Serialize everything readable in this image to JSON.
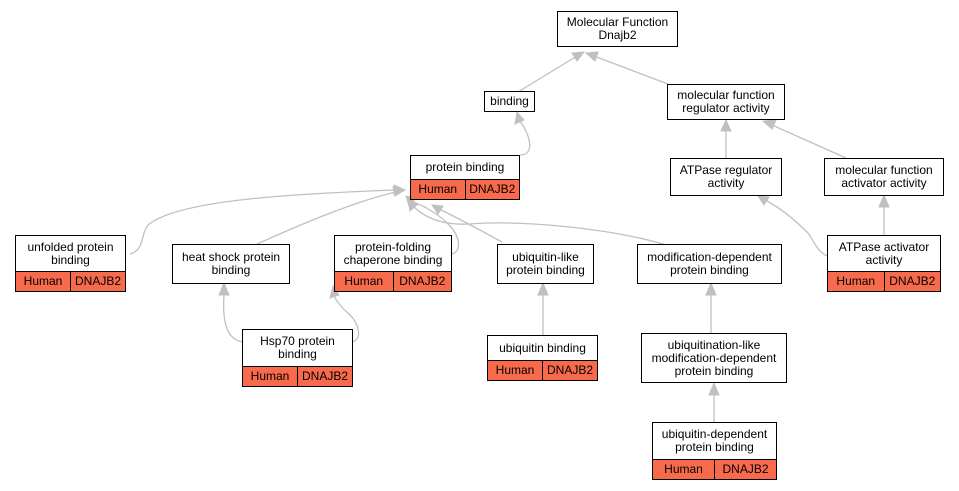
{
  "nodes": [
    {
      "id": "mf",
      "label": "Molecular Function\nDnajb2"
    },
    {
      "id": "binding",
      "label": "binding"
    },
    {
      "id": "mfra",
      "label": "molecular function\nregulator activity"
    },
    {
      "id": "pb",
      "label": "protein binding",
      "species": "Human",
      "gene": "DNAJB2"
    },
    {
      "id": "atpra",
      "label": "ATPase regulator\nactivity"
    },
    {
      "id": "mfaa",
      "label": "molecular function\nactivator activity"
    },
    {
      "id": "upb",
      "label": "unfolded protein\nbinding",
      "species": "Human",
      "gene": "DNAJB2"
    },
    {
      "id": "hspb",
      "label": "heat shock protein\nbinding"
    },
    {
      "id": "pfcb",
      "label": "protein-folding\nchaperone binding",
      "species": "Human",
      "gene": "DNAJB2"
    },
    {
      "id": "ulpb",
      "label": "ubiquitin-like\nprotein binding"
    },
    {
      "id": "mdpb",
      "label": "modification-dependent\nprotein binding"
    },
    {
      "id": "atpaa",
      "label": "ATPase activator\nactivity",
      "species": "Human",
      "gene": "DNAJB2"
    },
    {
      "id": "hsp70",
      "label": "Hsp70 protein\nbinding",
      "species": "Human",
      "gene": "DNAJB2"
    },
    {
      "id": "ubb",
      "label": "ubiquitin binding",
      "species": "Human",
      "gene": "DNAJB2"
    },
    {
      "id": "ulmdpb",
      "label": "ubiquitination-like\nmodification-dependent\nprotein binding"
    },
    {
      "id": "udpb",
      "label": "ubiquitin-dependent\nprotein binding",
      "species": "Human",
      "gene": "DNAJB2"
    }
  ],
  "edges": [
    {
      "from": "binding",
      "to": "mf"
    },
    {
      "from": "mfra",
      "to": "mf"
    },
    {
      "from": "pb",
      "to": "binding"
    },
    {
      "from": "atpra",
      "to": "mfra"
    },
    {
      "from": "mfaa",
      "to": "mfra"
    },
    {
      "from": "upb",
      "to": "pb"
    },
    {
      "from": "hspb",
      "to": "pb"
    },
    {
      "from": "pfcb",
      "to": "pb"
    },
    {
      "from": "ulpb",
      "to": "pb"
    },
    {
      "from": "mdpb",
      "to": "pb"
    },
    {
      "from": "atpaa",
      "to": "atpra"
    },
    {
      "from": "atpaa",
      "to": "mfaa"
    },
    {
      "from": "hsp70",
      "to": "hspb"
    },
    {
      "from": "hsp70",
      "to": "pfcb"
    },
    {
      "from": "ubb",
      "to": "ulpb"
    },
    {
      "from": "ulmdpb",
      "to": "mdpb"
    },
    {
      "from": "udpb",
      "to": "ulmdpb"
    }
  ]
}
